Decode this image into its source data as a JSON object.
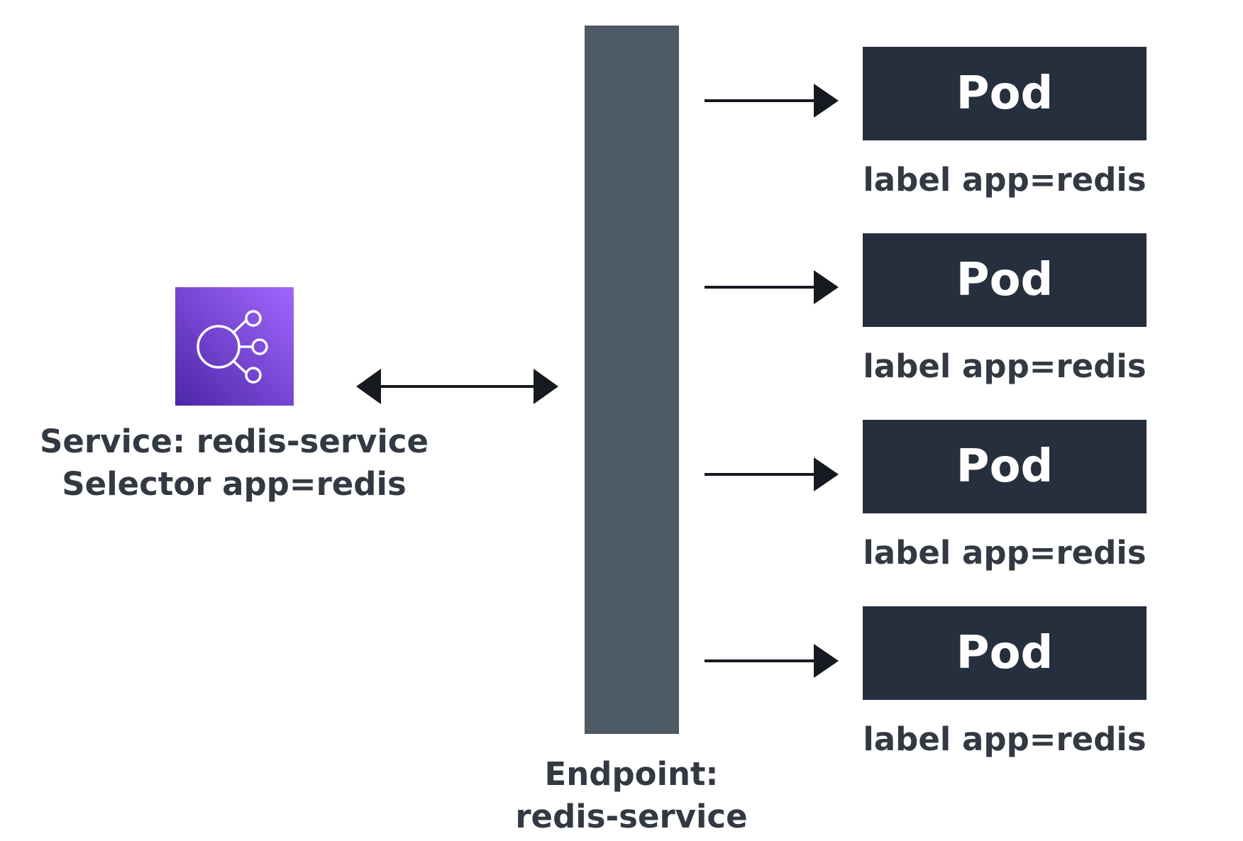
{
  "service": {
    "icon": "service-network-icon",
    "icon_gradient": [
      "#4d27a8",
      "#a166ff"
    ],
    "name_line": "Service: redis-service",
    "selector_line": "Selector app=redis"
  },
  "endpoint": {
    "color": "#4e5a66",
    "label_line1": "Endpoint:",
    "label_line2": "redis-service"
  },
  "pods": [
    {
      "title": "Pod",
      "label": "label app=redis"
    },
    {
      "title": "Pod",
      "label": "label app=redis"
    },
    {
      "title": "Pod",
      "label": "label app=redis"
    },
    {
      "title": "Pod",
      "label": "label app=redis"
    }
  ],
  "colors": {
    "pod_fill": "#262f3e",
    "text": "#333942",
    "arrow": "#16191f"
  }
}
